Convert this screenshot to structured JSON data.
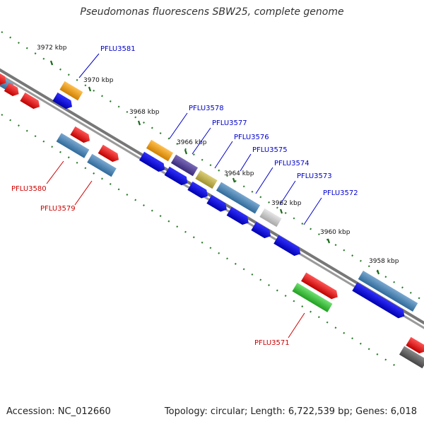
{
  "title": "Pseudomonas fluorescens SBW25, complete genome",
  "footer": {
    "accession": "Accession: NC_012660",
    "summary": "Topology: circular; Length: 6,722,539 bp; Genes: 6,018"
  },
  "ticks": [
    "3972 kbp",
    "3970 kbp",
    "3968 kbp",
    "3966 kbp",
    "3964 kbp",
    "3962 kbp",
    "3960 kbp",
    "3958 kbp"
  ],
  "gene_labels": [
    {
      "name": "PFLU3581",
      "color": "#0000cc"
    },
    {
      "name": "PFLU3578",
      "color": "#0000cc"
    },
    {
      "name": "PFLU3577",
      "color": "#0000cc"
    },
    {
      "name": "PFLU3576",
      "color": "#0000cc"
    },
    {
      "name": "PFLU3575",
      "color": "#0000cc"
    },
    {
      "name": "PFLU3574",
      "color": "#0000cc"
    },
    {
      "name": "PFLU3573",
      "color": "#0000cc"
    },
    {
      "name": "PFLU3572",
      "color": "#0000cc"
    },
    {
      "name": "PFLU3580",
      "color": "#cc0000"
    },
    {
      "name": "PFLU3579",
      "color": "#cc0000"
    },
    {
      "name": "PFLU3571",
      "color": "#cc0000"
    }
  ],
  "colors": {
    "forward_cds": "#e01010",
    "reverse_cds": "#1010e0",
    "gene_steel": "#4a86b8",
    "orange": "#f0a020",
    "purple": "#5a4a9a",
    "olive": "#c0b050",
    "grey": "#c8c8c8",
    "green": "#40c040",
    "dark": "#555555",
    "backbone": "#777777",
    "tick_dots": "#2a7a2a"
  }
}
